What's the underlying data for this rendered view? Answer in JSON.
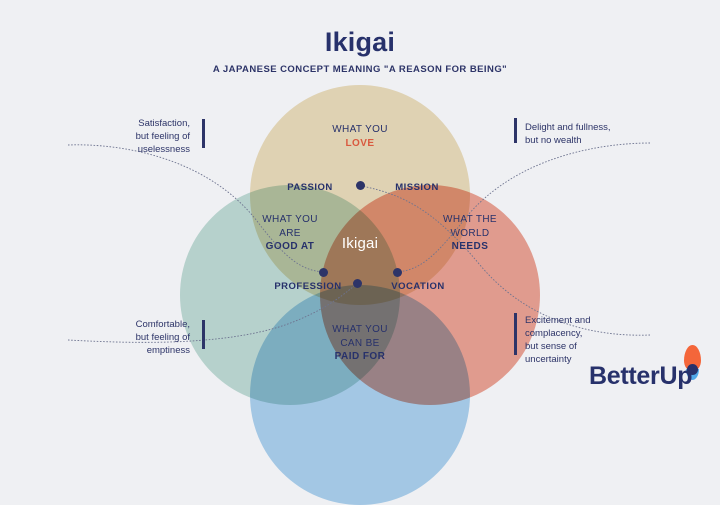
{
  "header": {
    "title": "Ikigai",
    "subtitle": "A JAPANESE CONCEPT MEANING \"A REASON FOR BEING\""
  },
  "diagram": {
    "type": "venn-4-circle",
    "center_label": "Ikigai",
    "circles": [
      {
        "id": "love",
        "label_line1": "WHAT YOU",
        "label_line2": "",
        "label_bold": "LOVE",
        "color": "#EEDFBC"
      },
      {
        "id": "good-at",
        "label_line1": "WHAT YOU",
        "label_line2": "ARE",
        "label_bold": "GOOD AT",
        "color": "#C2DED6"
      },
      {
        "id": "needs",
        "label_line1": "WHAT THE",
        "label_line2": "WORLD",
        "label_bold": "NEEDS",
        "color": "#EFA595"
      },
      {
        "id": "paid",
        "label_line1": "WHAT YOU",
        "label_line2": "CAN BE",
        "label_bold": "PAID FOR",
        "color": "#AED4F0"
      }
    ],
    "intersections": [
      {
        "id": "passion",
        "label": "PASSION"
      },
      {
        "id": "mission",
        "label": "MISSION"
      },
      {
        "id": "profession",
        "label": "PROFESSION"
      },
      {
        "id": "vocation",
        "label": "VOCATION"
      }
    ],
    "annotations": [
      {
        "id": "top-left",
        "lines": [
          "Satisfaction,",
          "but feeling of",
          "uselessness"
        ]
      },
      {
        "id": "top-right",
        "lines": [
          "Delight and fullness,",
          "but no wealth"
        ]
      },
      {
        "id": "bottom-left",
        "lines": [
          "Comfortable,",
          "but feeling of",
          "emptiness"
        ]
      },
      {
        "id": "bottom-right",
        "lines": [
          "Excitement and",
          "complacency,",
          "but sense of",
          "uncertainty"
        ]
      }
    ]
  },
  "logo": {
    "text": "BetterUp"
  },
  "colors": {
    "background": "#EFF0F3",
    "navy": "#27316B",
    "love_accent": "#D9593F",
    "logo_orange": "#F4663A",
    "logo_blue": "#4FA8E8"
  }
}
